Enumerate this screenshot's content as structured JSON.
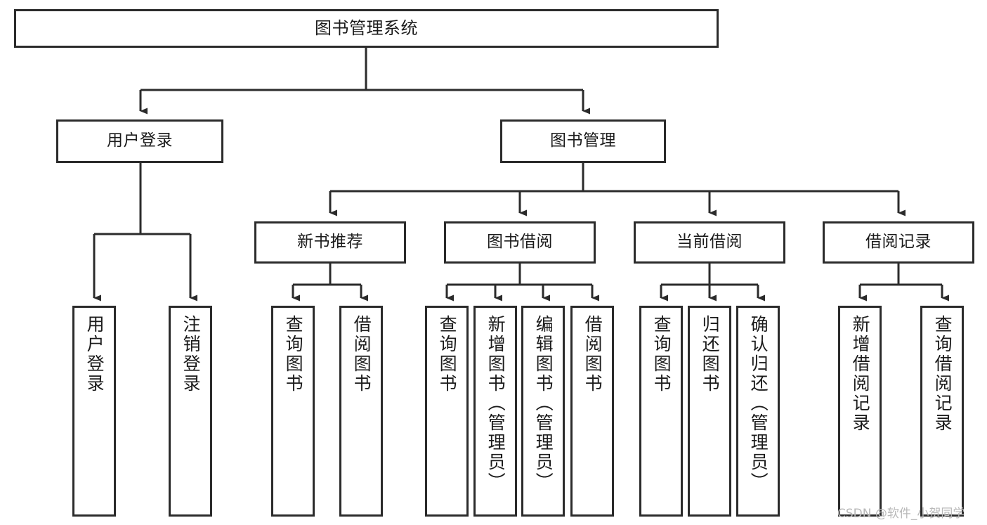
{
  "chart_data": {
    "type": "diagram",
    "diagram_type": "tree-hierarchy-function-chart",
    "title": "图书管理系统",
    "orientation": "top-down",
    "edge_style": "orthogonal-elbow-with-arrowheads",
    "colors": {
      "box_border": "#2b2b2b",
      "box_fill": "#ffffff",
      "edge": "#2b2b2b",
      "text": "#1b1b1b",
      "background": "#ffffff",
      "watermark": "#b9b9b9"
    },
    "levels": 4,
    "nodes": [
      {
        "id": "root",
        "label": "图书管理系统",
        "level": 0,
        "parent": null,
        "text_orientation": "horizontal"
      },
      {
        "id": "login",
        "label": "用户登录",
        "level": 1,
        "parent": "root",
        "text_orientation": "horizontal"
      },
      {
        "id": "bookmgmt",
        "label": "图书管理",
        "level": 1,
        "parent": "root",
        "text_orientation": "horizontal"
      },
      {
        "id": "newbook",
        "label": "新书推荐",
        "level": 2,
        "parent": "bookmgmt",
        "text_orientation": "horizontal"
      },
      {
        "id": "borrow",
        "label": "图书借阅",
        "level": 2,
        "parent": "bookmgmt",
        "text_orientation": "horizontal"
      },
      {
        "id": "current",
        "label": "当前借阅",
        "level": 2,
        "parent": "bookmgmt",
        "text_orientation": "horizontal"
      },
      {
        "id": "records",
        "label": "借阅记录",
        "level": 2,
        "parent": "bookmgmt",
        "text_orientation": "horizontal"
      },
      {
        "id": "login-in",
        "label": "用户登录",
        "level": 2,
        "parent": "login",
        "text_orientation": "vertical"
      },
      {
        "id": "login-out",
        "label": "注销登录",
        "level": 2,
        "parent": "login",
        "text_orientation": "vertical"
      },
      {
        "id": "new-query",
        "label": "查询图书",
        "level": 3,
        "parent": "newbook",
        "text_orientation": "vertical"
      },
      {
        "id": "new-borrow",
        "label": "借阅图书",
        "level": 3,
        "parent": "newbook",
        "text_orientation": "vertical"
      },
      {
        "id": "br-query",
        "label": "查询图书",
        "level": 3,
        "parent": "borrow",
        "text_orientation": "vertical"
      },
      {
        "id": "br-add",
        "label": "新增图书（管理员）",
        "level": 3,
        "parent": "borrow",
        "text_orientation": "vertical"
      },
      {
        "id": "br-edit",
        "label": "编辑图书（管理员）",
        "level": 3,
        "parent": "borrow",
        "text_orientation": "vertical"
      },
      {
        "id": "br-lend",
        "label": "借阅图书",
        "level": 3,
        "parent": "borrow",
        "text_orientation": "vertical"
      },
      {
        "id": "cur-query",
        "label": "查询图书",
        "level": 3,
        "parent": "current",
        "text_orientation": "vertical"
      },
      {
        "id": "cur-return",
        "label": "归还图书",
        "level": 3,
        "parent": "current",
        "text_orientation": "vertical"
      },
      {
        "id": "cur-confirm",
        "label": "确认归还（管理员）",
        "level": 3,
        "parent": "current",
        "text_orientation": "vertical"
      },
      {
        "id": "rec-add",
        "label": "新增借阅记录",
        "level": 3,
        "parent": "records",
        "text_orientation": "vertical"
      },
      {
        "id": "rec-query",
        "label": "查询借阅记录",
        "level": 3,
        "parent": "records",
        "text_orientation": "vertical"
      }
    ],
    "edges": [
      {
        "from": "root",
        "to": "login"
      },
      {
        "from": "root",
        "to": "bookmgmt"
      },
      {
        "from": "login",
        "to": "login-in"
      },
      {
        "from": "login",
        "to": "login-out"
      },
      {
        "from": "bookmgmt",
        "to": "newbook"
      },
      {
        "from": "bookmgmt",
        "to": "borrow"
      },
      {
        "from": "bookmgmt",
        "to": "current"
      },
      {
        "from": "bookmgmt",
        "to": "records"
      },
      {
        "from": "newbook",
        "to": "new-query"
      },
      {
        "from": "newbook",
        "to": "new-borrow"
      },
      {
        "from": "borrow",
        "to": "br-query"
      },
      {
        "from": "borrow",
        "to": "br-add"
      },
      {
        "from": "borrow",
        "to": "br-edit"
      },
      {
        "from": "borrow",
        "to": "br-lend"
      },
      {
        "from": "current",
        "to": "cur-query"
      },
      {
        "from": "current",
        "to": "cur-return"
      },
      {
        "from": "current",
        "to": "cur-confirm"
      },
      {
        "from": "records",
        "to": "rec-add"
      },
      {
        "from": "records",
        "to": "rec-query"
      }
    ]
  },
  "diagram": {
    "root": {
      "label": "图书管理系统"
    },
    "level1": {
      "login": {
        "label": "用户登录"
      },
      "bookmgmt": {
        "label": "图书管理"
      }
    },
    "level2": {
      "newbook": {
        "label": "新书推荐"
      },
      "borrow": {
        "label": "图书借阅"
      },
      "current": {
        "label": "当前借阅"
      },
      "records": {
        "label": "借阅记录"
      }
    },
    "leaves": {
      "login_in": {
        "label": "用户登录"
      },
      "login_out": {
        "label": "注销登录"
      },
      "new_query": {
        "label": "查询图书"
      },
      "new_borrow": {
        "label": "借阅图书"
      },
      "br_query": {
        "label": "查询图书"
      },
      "br_add": {
        "label": "新增图书（管理员）"
      },
      "br_edit": {
        "label": "编辑图书（管理员）"
      },
      "br_lend": {
        "label": "借阅图书"
      },
      "cur_query": {
        "label": "查询图书"
      },
      "cur_return": {
        "label": "归还图书"
      },
      "cur_confirm": {
        "label": "确认归还（管理员）"
      },
      "rec_add": {
        "label": "新增借阅记录"
      },
      "rec_query": {
        "label": "查询借阅记录"
      }
    }
  },
  "watermark": {
    "text": "CSDN @软件_小贺同学"
  }
}
